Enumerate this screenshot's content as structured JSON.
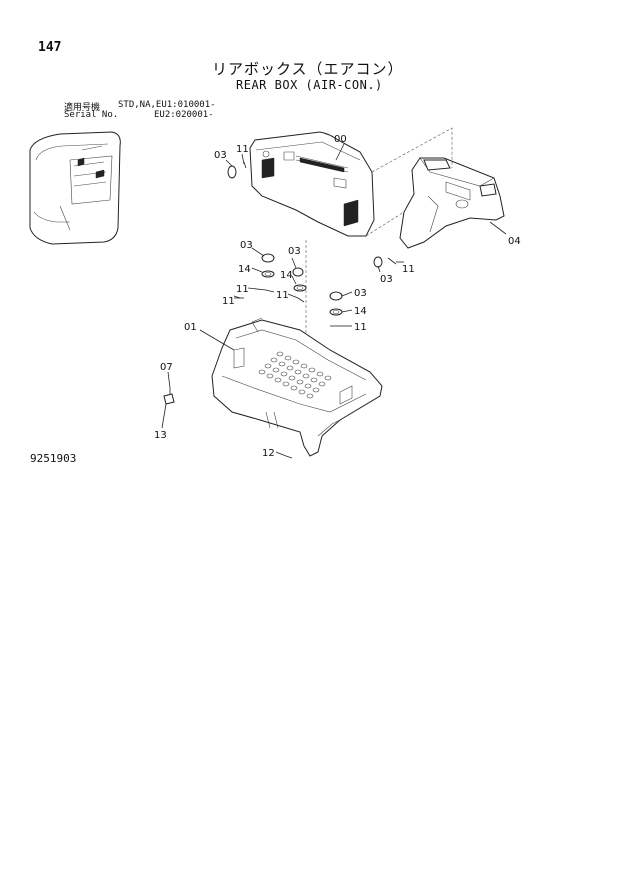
{
  "page": {
    "page_number": "147",
    "title_jp": "リアボックス（エアコン）",
    "title_en": "REAR BOX (AIR-CON.)",
    "serial_label_jp": "適用号機",
    "serial_label_en": "Serial No.",
    "serial_std": "STD,NA,EU1:010001-",
    "serial_eu2": "EU2:020001-",
    "figure_number": "9251903"
  },
  "callouts": {
    "c00": "00",
    "c01": "01",
    "c03a": "03",
    "c03b": "03",
    "c03c": "03",
    "c03d": "03",
    "c03e": "03",
    "c04": "04",
    "c07": "07",
    "c11a": "11",
    "c11b": "11",
    "c11c": "11",
    "c11d": "11",
    "c11e": "11",
    "c12": "12",
    "c13": "13",
    "c14a": "14",
    "c14b": "14",
    "c14c": "14"
  }
}
